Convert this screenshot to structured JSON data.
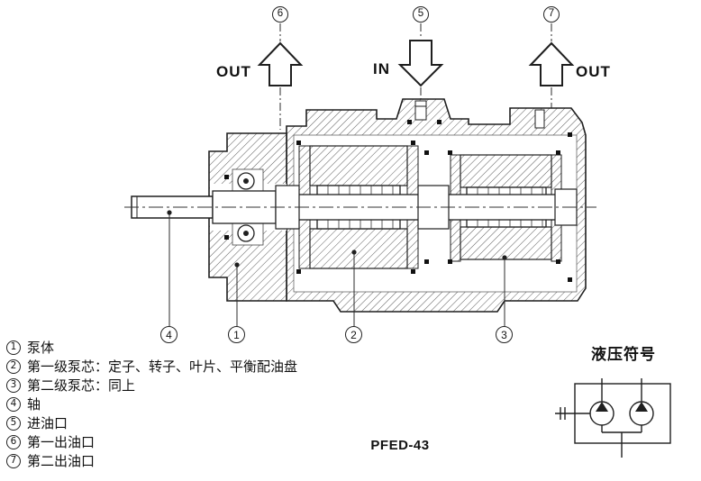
{
  "page": {
    "background": "#ffffff",
    "line_color": "#1f1f1f"
  },
  "ports": {
    "out1": {
      "num": "6",
      "label": "OUT"
    },
    "in": {
      "num": "5",
      "label": "IN"
    },
    "out2": {
      "num": "7",
      "label": "OUT"
    }
  },
  "callouts": {
    "shaft": "4",
    "pump_body": "1",
    "cartridge1": "2",
    "cartridge2": "3"
  },
  "legend": {
    "items": [
      {
        "num": "1",
        "text": "泵体"
      },
      {
        "num": "2",
        "text": "第一级泵芯：定子、转子、叶片、平衡配油盘"
      },
      {
        "num": "3",
        "text": "第二级泵芯：同上"
      },
      {
        "num": "4",
        "text": "轴"
      },
      {
        "num": "5",
        "text": "进油口"
      },
      {
        "num": "6",
        "text": "第一出油口"
      },
      {
        "num": "7",
        "text": "第二出油口"
      }
    ]
  },
  "model_label": "PFED-43",
  "hydraulic_symbol": {
    "title": "液压符号"
  }
}
